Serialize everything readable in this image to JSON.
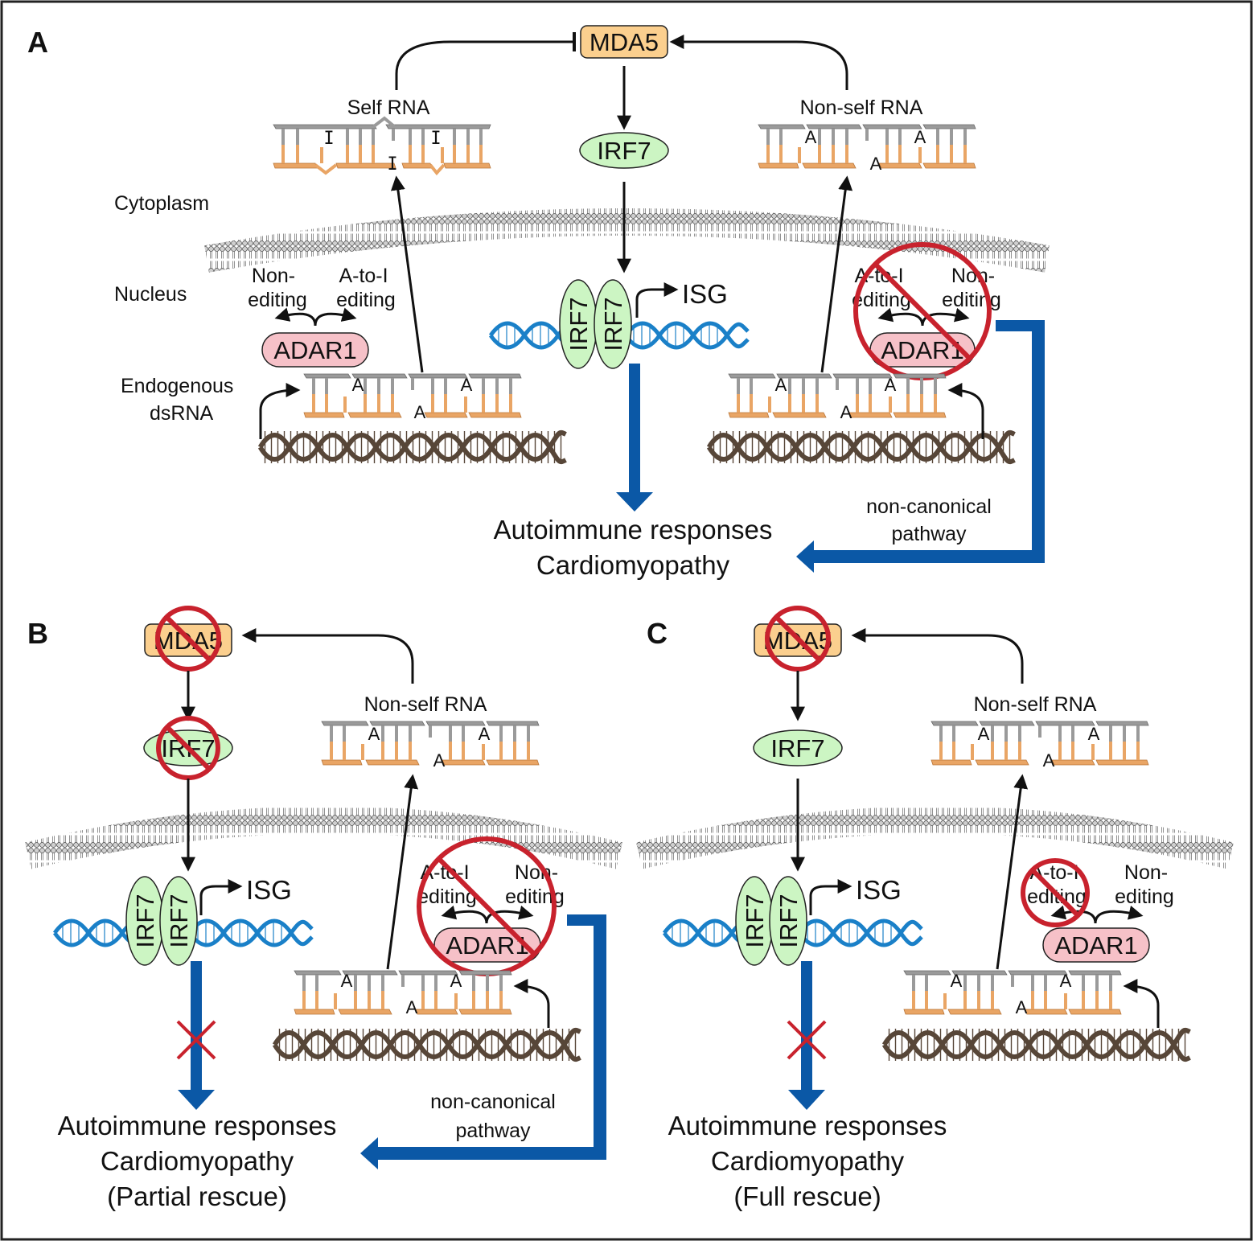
{
  "panels": {
    "a": "A",
    "b": "B",
    "c": "C"
  },
  "colors": {
    "mda5_fill": "#fbcf8e",
    "irf7_fill": "#ccf5c3",
    "adar1_fill": "#f6c1c8",
    "inhibit": "#c8222d",
    "pathway_blue": "#0b58a6",
    "dna_blue": "#1a80c8",
    "genomic_dna": "#574638",
    "rna_orange": "#e9a565",
    "rna_grey": "#9a9a9a"
  },
  "labels": {
    "mda5": "MDA5",
    "irf7": "IRF7",
    "adar1": "ADAR1",
    "isg": "ISG",
    "self_rna": "Self RNA",
    "non_self_rna": "Non-self RNA",
    "cytoplasm": "Cytoplasm",
    "nucleus": "Nucleus",
    "endogenous_l1": "Endogenous",
    "endogenous_l2": "dsRNA",
    "non_editing_l1": "Non-",
    "non_editing_l2": "editing",
    "a_to_i_l1": "A-to-I",
    "a_to_i_l2": "editing",
    "noncanonical_l1": "non-canonical",
    "noncanonical_l2": "pathway",
    "outcome_l1": "Autoimmune responses",
    "outcome_l2": "Cardiomyopathy",
    "partial_rescue": "(Partial rescue)",
    "full_rescue": "(Full rescue)",
    "base_a": "A",
    "base_i": "I"
  }
}
